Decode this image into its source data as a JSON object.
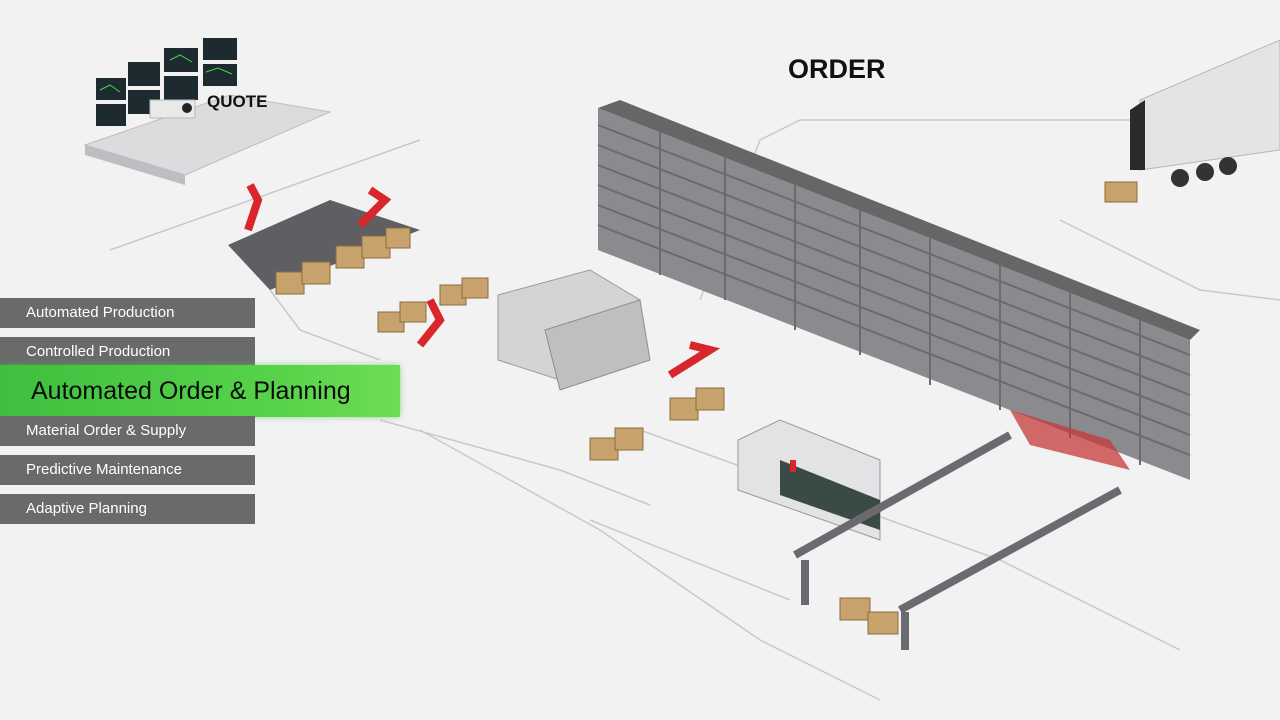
{
  "labels": {
    "order": "ORDER",
    "quote": "QUOTE"
  },
  "menu": {
    "items": [
      {
        "label": "Automated Production",
        "active": false
      },
      {
        "label": "Controlled Production",
        "active": false
      },
      {
        "label": "Automated Order & Planning",
        "active": true
      },
      {
        "label": "Material Order & Supply",
        "active": false
      },
      {
        "label": "Predictive Maintenance",
        "active": false
      },
      {
        "label": "Adaptive Planning",
        "active": false
      }
    ]
  },
  "colors": {
    "background": "#f2f2f3",
    "menu_inactive": "#6a6a6a",
    "menu_active": "#4ccc44",
    "robot": "#d8262a",
    "machine_gray": "#6e6e72"
  }
}
